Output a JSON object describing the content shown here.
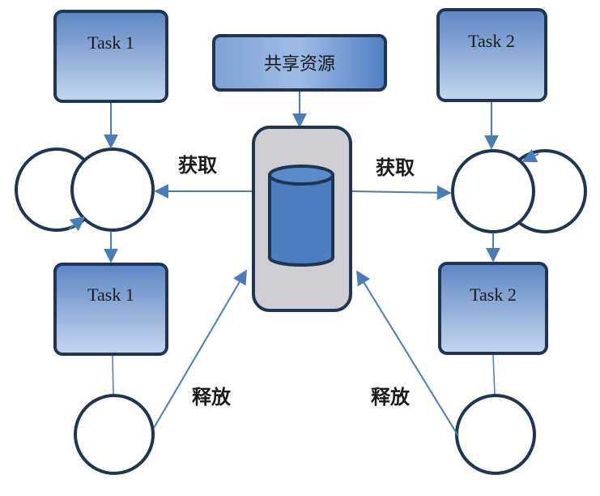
{
  "left_task_top": {
    "label": "Task 1"
  },
  "left_task_bottom": {
    "label": "Task 1"
  },
  "right_task_top": {
    "label": "Task 2"
  },
  "right_task_bottom": {
    "label": "Task 2"
  },
  "resource": {
    "label": "共享资源"
  },
  "arrows": {
    "acquire_left": "获取",
    "acquire_right": "获取",
    "release_left": "释放",
    "release_right": "释放"
  },
  "colors": {
    "box_fill_top": "#5b86c4",
    "box_fill_bottom": "#c5d6ee",
    "box_stroke": "#1f3552",
    "arrow": "#4a7db8",
    "container_fill": "#cfcfd3",
    "cylinder_fill": "#4d7fc0"
  }
}
